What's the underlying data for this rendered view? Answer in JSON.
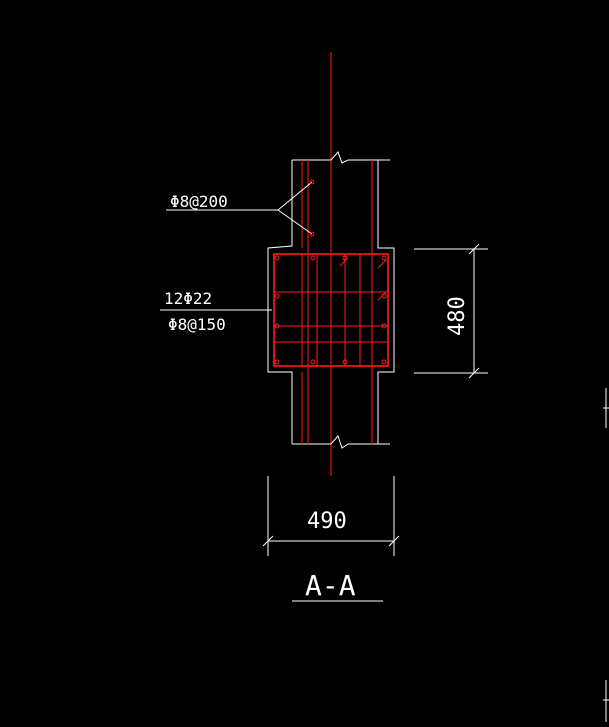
{
  "labels": {
    "stirrup_wall": "Φ8@200",
    "main_bars": "12Φ22",
    "stirrup_column": "Φ8@150",
    "dim_height": "480",
    "dim_width": "490",
    "section_title": "A-A"
  },
  "colors": {
    "background": "#000000",
    "outline": "#ffffff",
    "reinforcement": "#ff1a1a"
  }
}
